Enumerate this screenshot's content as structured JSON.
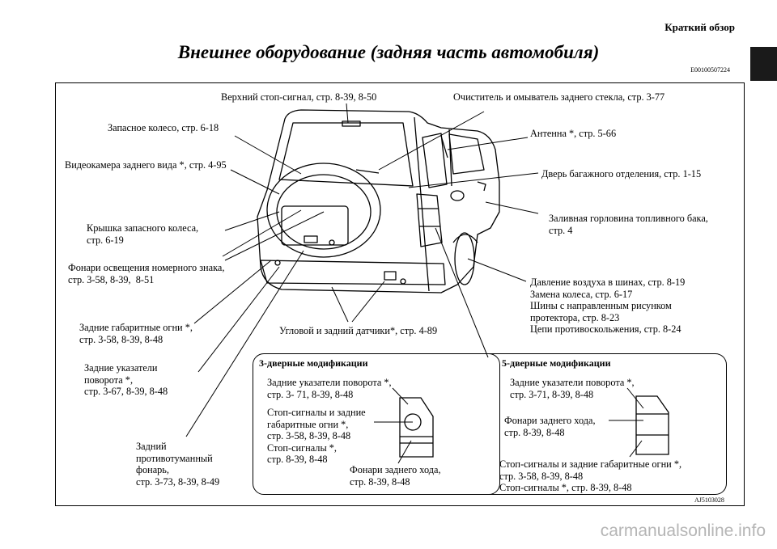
{
  "header": {
    "section": "Краткий обзор"
  },
  "page": {
    "title": "Внешнее оборудование (задняя часть автомобиля)",
    "code": "E00100507224",
    "figure_code": "AJ5103028"
  },
  "labels": {
    "brake_light": "Верхний стоп-сигнал, стр. 8-39, 8-50",
    "wiper": "Очиститель и омыватель заднего стекла, стр. 3-77",
    "spare_wheel": "Запасное колесо, стр. 6-18",
    "antenna": "Антенна *, стр. 5-66",
    "camera": "Видеокамера заднего вида *, стр. 4-95",
    "tailgate": "Дверь багажного отделения, стр. 1-15",
    "fuel": "Заливная горловина топливного бака,\nстр. 4",
    "spare_cover": "Крышка запасного колеса,\nстр. 6-19",
    "plate_lights": "Фонари освещения номерного знака,\nстр. 3-58, 8-39,  8-51",
    "tires": "Давление воздуха в шинах, стр. 8-19\nЗамена колеса, стр. 6-17\nШины с направленным рисунком\nпротектора, стр. 8-23\nЦепи противоскольжения, стр. 8-24",
    "side_markers": "Задние габаритные огни *,\nстр. 3-58, 8-39, 8-48",
    "sensors": "Угловой и задний датчики*, стр. 4-89",
    "turn_signals": "Задние указатели\nповорота *,\nстр. 3-67, 8-39, 8-48",
    "fog": "Задний\nпротивотуманный\nфонарь,\nстр. 3-73, 8-39, 8-49"
  },
  "panel3": {
    "title": "3-дверные модификации",
    "turn": "Задние указатели поворота *,\nстр. 3- 71, 8-39, 8-48",
    "stop": "Стоп-сигналы и задние\nгабаритные огни *,\nстр. 3-58, 8-39, 8-48\nСтоп-сигналы *,\nстр. 8-39, 8-48",
    "reverse": "Фонари заднего хода,\nстр. 8-39, 8-48"
  },
  "panel5": {
    "title": "5-дверные модификации",
    "turn": "Задние указатели поворота *,\nстр. 3-71, 8-39, 8-48",
    "reverse": "Фонари заднего хода,\nстр. 8-39, 8-48",
    "stop": "Стоп-сигналы и задние габаритные огни *,\nстр. 3-58, 8-39, 8-48\nСтоп-сигналы *, стр. 8-39, 8-48"
  },
  "watermark": "carmanualsonline.info"
}
